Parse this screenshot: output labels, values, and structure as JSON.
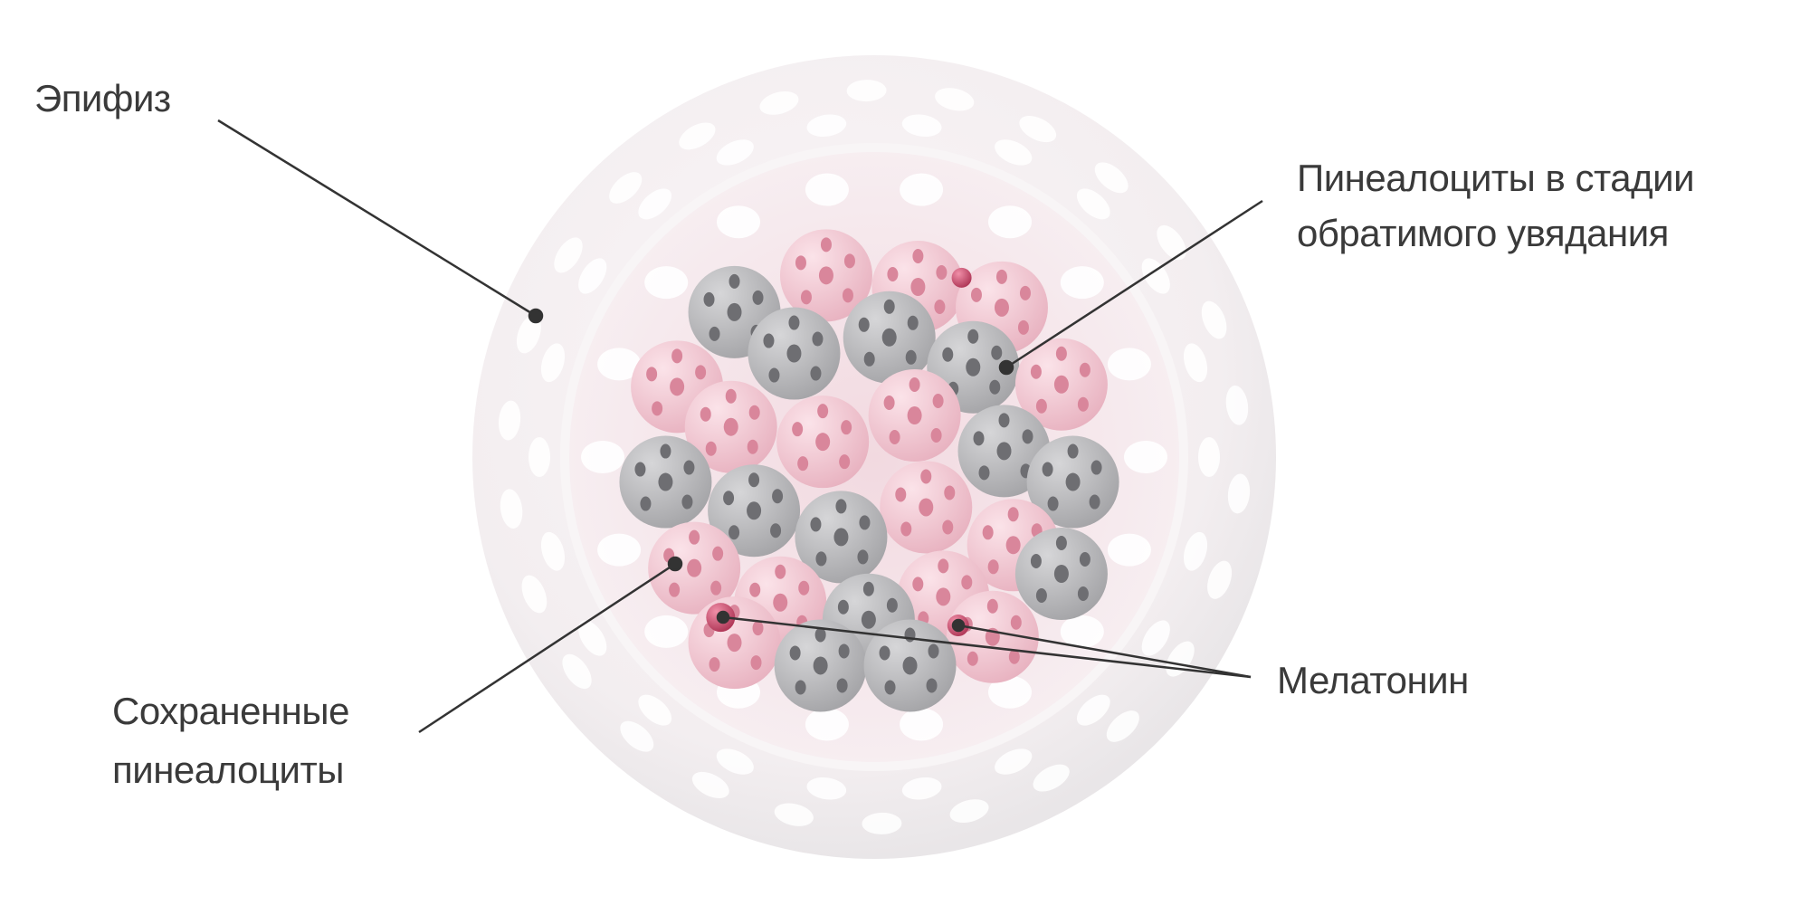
{
  "labels": {
    "epiphysis": "Эпифиз",
    "reversible_line1": "Пинеалоциты в стадии",
    "reversible_line2": "обратимого увядания",
    "melatonin": "Мелатонин",
    "preserved_line1": "Сохраненные",
    "preserved_line2": "пинеалоциты"
  },
  "colors": {
    "pink_cell": "#f4c9d4",
    "gray_cell": "#b8b8ba",
    "melatonin": "#c94f6d",
    "shell": "#f4eff1",
    "leader": "#333333"
  }
}
